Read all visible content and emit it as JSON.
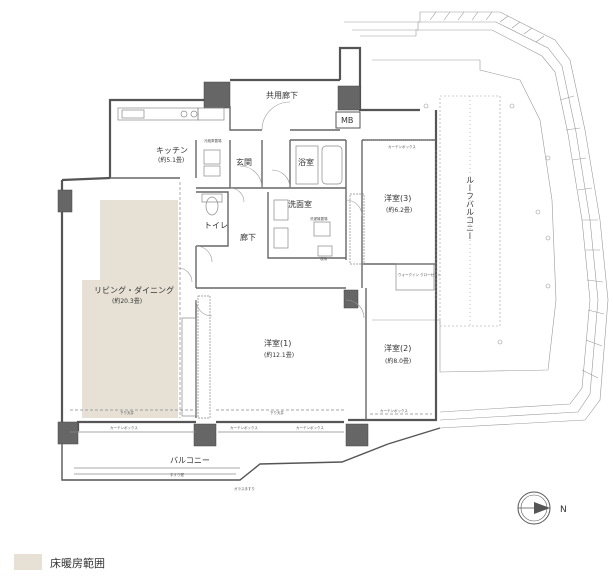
{
  "rooms": {
    "common_corridor": "共用廊下",
    "mb": "MB",
    "kitchen": {
      "name": "キッチン",
      "area": "(約5.1畳)"
    },
    "entrance": "玄関",
    "bath": "浴室",
    "washroom": "洗面室",
    "toilet": "トイレ",
    "hallway": "廊下",
    "living": {
      "name": "リビング・ダイニング",
      "area": "(約20.3畳)"
    },
    "western1": {
      "name": "洋室(1)",
      "area": "(約12.1畳)"
    },
    "western2": {
      "name": "洋室(2)",
      "area": "(約8.0畳)"
    },
    "western3": {
      "name": "洋室(3)",
      "area": "(約6.2畳)"
    },
    "balcony": "バルコニー",
    "roof_balcony": "ルーフバルコニー"
  },
  "small_labels": {
    "curtain_box": "カーテンボックス",
    "closet": "クローゼット",
    "walk_in": "ウォークイン クローゼット",
    "refrigerator": "冷蔵庫置場",
    "laundry": "洗濯機置場",
    "storage": "収納",
    "fixed_glass": "下り天井",
    "handrail": "手すり壁",
    "glass_handrail": "ガラス手すり"
  },
  "compass": {
    "label": "N"
  },
  "legend": {
    "label": "床暖房範囲",
    "color": "#e6e1d4"
  },
  "colors": {
    "wall": "#555555",
    "floor_heating": "#e6e1d4",
    "line": "#888888"
  }
}
